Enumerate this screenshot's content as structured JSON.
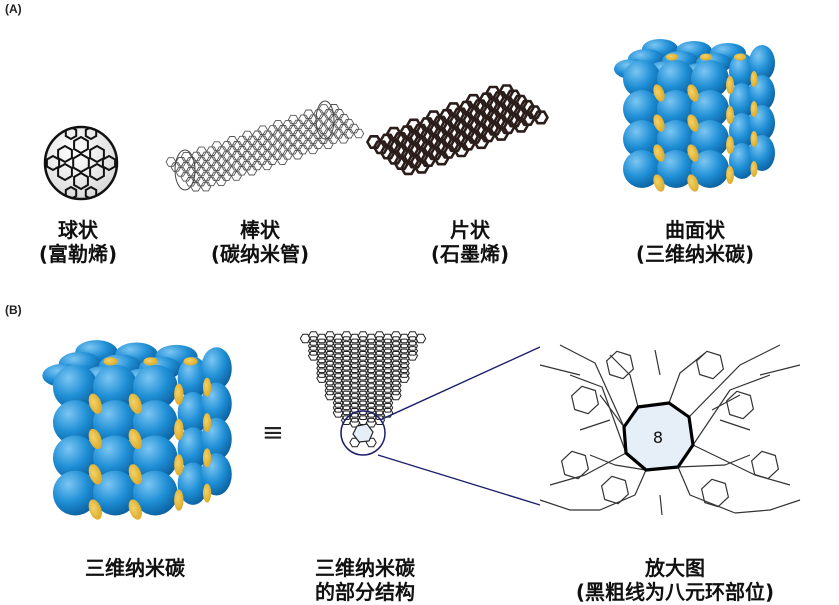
{
  "panels": {
    "a_label": "(A)",
    "b_label": "(B)"
  },
  "panel_a": {
    "items": [
      {
        "line1": "球状",
        "line2": "(富勒烯)",
        "icon": "fullerene-ball-icon"
      },
      {
        "line1": "棒状",
        "line2": "(碳纳米管)",
        "icon": "nanotube-icon"
      },
      {
        "line1": "片状",
        "line2": "(石墨烯)",
        "icon": "graphene-sheet-icon"
      },
      {
        "line1": "曲面状",
        "line2": "(三维纳米碳)",
        "icon": "3d-nanocarbon-cube-icon"
      }
    ]
  },
  "panel_b": {
    "equiv_symbol": "≡",
    "left_caption": "三维纳米碳",
    "middle_caption_1": "三维纳米碳",
    "middle_caption_2": "的部分结构",
    "right_caption_1": "放大图",
    "right_caption_2": "(黑粗线为八元环部位)",
    "ring_label": "8"
  },
  "colors": {
    "cube_blue": "#1f8fd6",
    "cube_blue_dark": "#0b5f9e",
    "pore_gold": "#d9a520",
    "bond_dark": "#2b1d1a",
    "zoom_line": "#1b1f6b",
    "ring_fill": "#e6eef8"
  }
}
